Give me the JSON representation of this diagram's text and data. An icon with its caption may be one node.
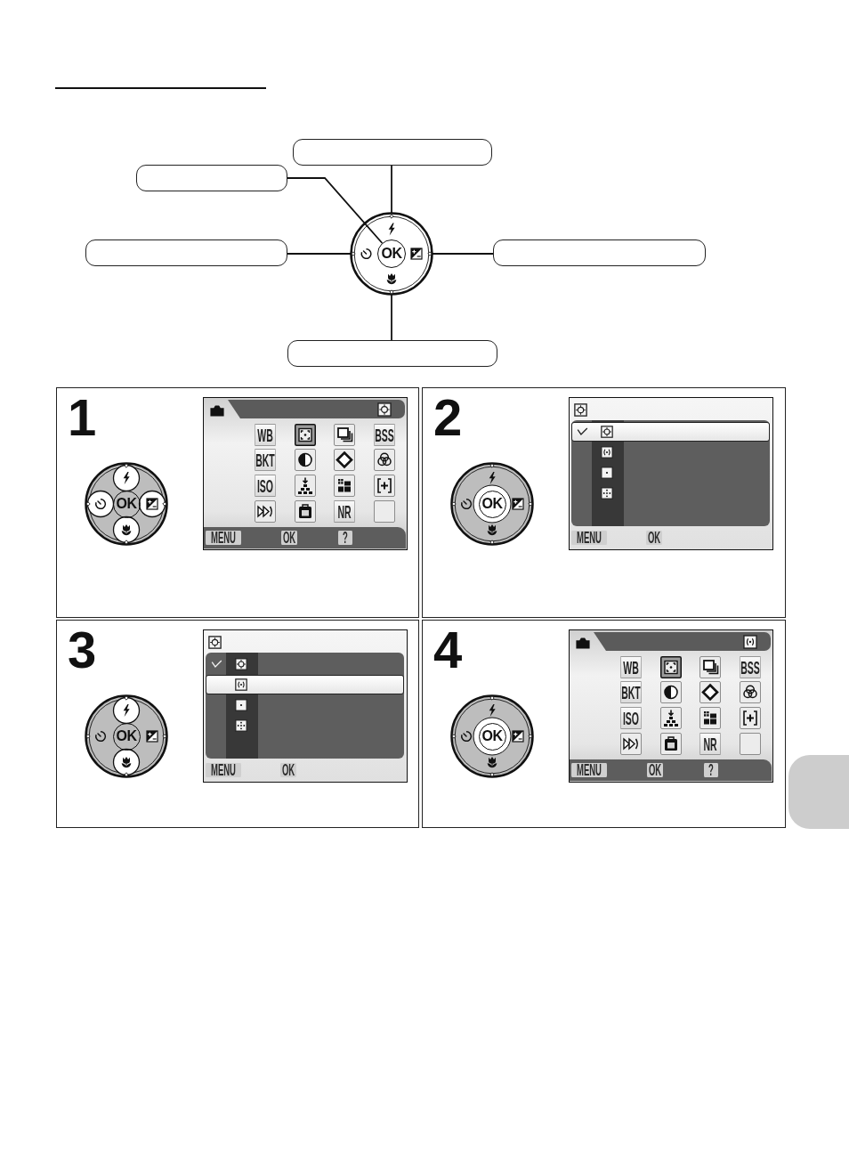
{
  "diagram": {
    "nodes": [
      {
        "text": [],
        "shape": "box"
      },
      {
        "text": [],
        "shape": "box"
      },
      {
        "text": [],
        "shape": "picture"
      },
      {
        "text": [],
        "shape": "box"
      },
      {
        "text": [],
        "shape": "picture"
      },
      {
        "text": [
          "OK"
        ]
      },
      {
        "text": [],
        "shape": "picture"
      },
      {
        "text": [],
        "shape": "box"
      },
      {
        "text": [],
        "shape": "picture"
      },
      {
        "text": [],
        "shape": "box"
      },
      {
        "text": [
          "1"
        ]
      },
      {
        "text": [
          "2"
        ]
      },
      {
        "text": [
          "3"
        ]
      },
      {
        "text": [
          "4"
        ]
      }
    ],
    "edges": [
      {
        "from": 0,
        "to": 2,
        "arrow": "none"
      },
      {
        "from": 1,
        "to": 5,
        "arrow": "none"
      },
      {
        "from": 3,
        "to": 4,
        "arrow": "none"
      },
      {
        "from": 7,
        "to": 6,
        "arrow": "none"
      },
      {
        "from": 9,
        "to": 8,
        "arrow": "none"
      }
    ],
    "labels": [
      "OK",
      "WB",
      "BSS",
      "BKT",
      "ISO",
      "NR",
      "MENU",
      "OK",
      "?",
      "OK",
      "MENU",
      "OK",
      "OK",
      "MENU",
      "OK",
      "OK",
      "WB",
      "BSS",
      "BKT",
      "ISO",
      "NR",
      "MENU",
      "OK",
      "?"
    ]
  }
}
